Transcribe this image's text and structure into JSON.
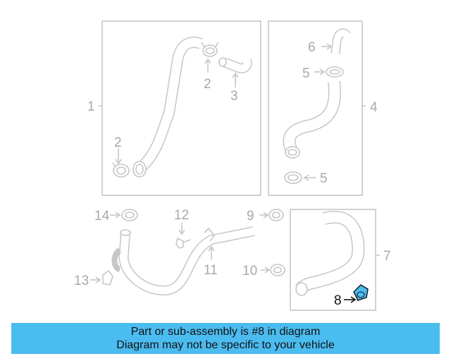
{
  "callouts": {
    "c1": "1",
    "c2a": "2",
    "c2b": "2",
    "c3": "3",
    "c4": "4",
    "c5a": "5",
    "c5b": "5",
    "c6": "6",
    "c7": "7",
    "c8": "8",
    "c9": "9",
    "c10": "10",
    "c11": "11",
    "c12": "12",
    "c13": "13",
    "c14": "14"
  },
  "highlighted_part": "8",
  "colors": {
    "line": "#c8c8c8",
    "label": "#a8a8a8",
    "highlight_fill": "#4bbcf0",
    "highlight_label": "#111111",
    "banner": "#4bbcf0"
  },
  "banner": {
    "line1": "Part or sub-assembly is #8 in diagram",
    "line2": "Diagram may not be specific to your vehicle"
  }
}
